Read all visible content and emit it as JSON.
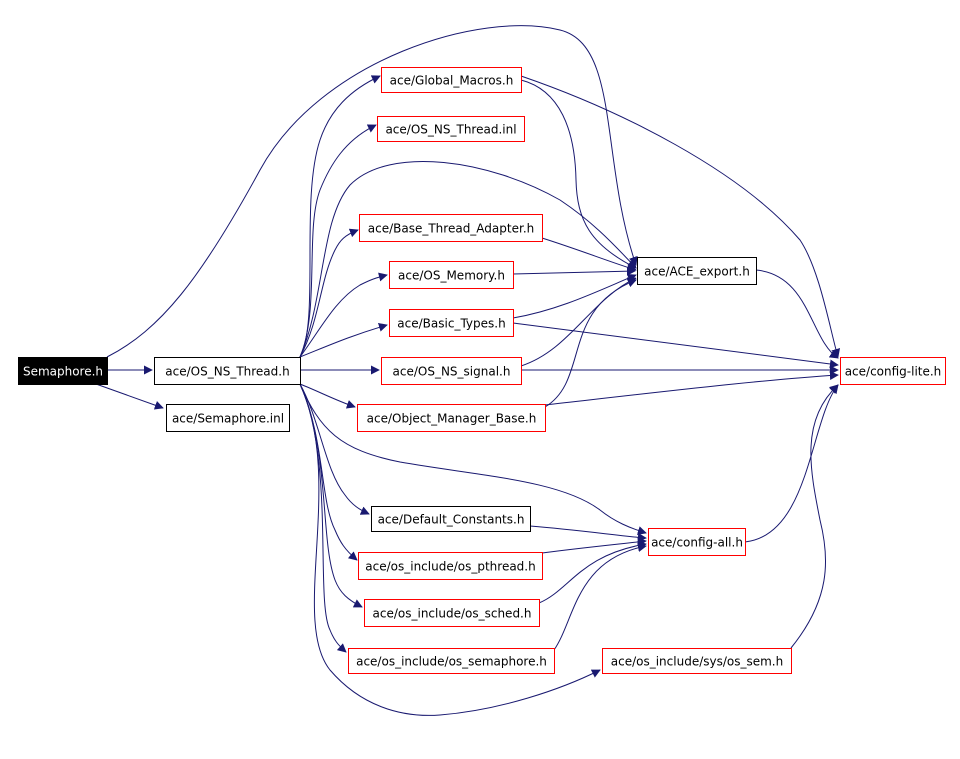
{
  "colors": {
    "edge": "#191970",
    "node_border_red": "#ff0000",
    "node_border_black": "#000000",
    "root_fill": "#000000",
    "root_text": "#ffffff",
    "node_fill": "#ffffff",
    "node_text": "#000000"
  },
  "nodes": [
    {
      "id": "semaphore_h",
      "label": "Semaphore.h",
      "style": "root"
    },
    {
      "id": "os_ns_thread_h",
      "label": "ace/OS_NS_Thread.h",
      "style": "black"
    },
    {
      "id": "semaphore_inl",
      "label": "ace/Semaphore.inl",
      "style": "black"
    },
    {
      "id": "global_macros",
      "label": "ace/Global_Macros.h",
      "style": "red"
    },
    {
      "id": "os_ns_thread_inl",
      "label": "ace/OS_NS_Thread.inl",
      "style": "red"
    },
    {
      "id": "base_thread_adapter",
      "label": "ace/Base_Thread_Adapter.h",
      "style": "red"
    },
    {
      "id": "os_memory",
      "label": "ace/OS_Memory.h",
      "style": "red"
    },
    {
      "id": "basic_types",
      "label": "ace/Basic_Types.h",
      "style": "red"
    },
    {
      "id": "os_ns_signal",
      "label": "ace/OS_NS_signal.h",
      "style": "red"
    },
    {
      "id": "object_manager_base",
      "label": "ace/Object_Manager_Base.h",
      "style": "red"
    },
    {
      "id": "default_constants",
      "label": "ace/Default_Constants.h",
      "style": "black"
    },
    {
      "id": "os_pthread",
      "label": "ace/os_include/os_pthread.h",
      "style": "red"
    },
    {
      "id": "os_sched",
      "label": "ace/os_include/os_sched.h",
      "style": "red"
    },
    {
      "id": "os_semaphore",
      "label": "ace/os_include/os_semaphore.h",
      "style": "red"
    },
    {
      "id": "ace_export",
      "label": "ace/ACE_export.h",
      "style": "black"
    },
    {
      "id": "config_all",
      "label": "ace/config-all.h",
      "style": "red"
    },
    {
      "id": "sys_os_sem",
      "label": "ace/os_include/sys/os_sem.h",
      "style": "red"
    },
    {
      "id": "config_lite",
      "label": "ace/config-lite.h",
      "style": "red"
    }
  ],
  "edges": [
    {
      "from": "semaphore_h",
      "to": "os_ns_thread_h"
    },
    {
      "from": "semaphore_h",
      "to": "semaphore_inl"
    },
    {
      "from": "semaphore_h",
      "to": "ace_export"
    },
    {
      "from": "os_ns_thread_h",
      "to": "global_macros"
    },
    {
      "from": "os_ns_thread_h",
      "to": "os_ns_thread_inl"
    },
    {
      "from": "os_ns_thread_h",
      "to": "ace_export"
    },
    {
      "from": "os_ns_thread_h",
      "to": "base_thread_adapter"
    },
    {
      "from": "os_ns_thread_h",
      "to": "os_memory"
    },
    {
      "from": "os_ns_thread_h",
      "to": "basic_types"
    },
    {
      "from": "os_ns_thread_h",
      "to": "os_ns_signal"
    },
    {
      "from": "os_ns_thread_h",
      "to": "object_manager_base"
    },
    {
      "from": "os_ns_thread_h",
      "to": "config_all"
    },
    {
      "from": "os_ns_thread_h",
      "to": "default_constants"
    },
    {
      "from": "os_ns_thread_h",
      "to": "os_pthread"
    },
    {
      "from": "os_ns_thread_h",
      "to": "os_sched"
    },
    {
      "from": "os_ns_thread_h",
      "to": "os_semaphore"
    },
    {
      "from": "os_ns_thread_h",
      "to": "sys_os_sem"
    },
    {
      "from": "global_macros",
      "to": "ace_export"
    },
    {
      "from": "global_macros",
      "to": "config_lite"
    },
    {
      "from": "base_thread_adapter",
      "to": "ace_export"
    },
    {
      "from": "os_memory",
      "to": "ace_export"
    },
    {
      "from": "basic_types",
      "to": "ace_export"
    },
    {
      "from": "basic_types",
      "to": "config_lite"
    },
    {
      "from": "os_ns_signal",
      "to": "ace_export"
    },
    {
      "from": "os_ns_signal",
      "to": "config_lite"
    },
    {
      "from": "object_manager_base",
      "to": "ace_export"
    },
    {
      "from": "object_manager_base",
      "to": "config_lite"
    },
    {
      "from": "ace_export",
      "to": "config_lite"
    },
    {
      "from": "default_constants",
      "to": "config_all"
    },
    {
      "from": "os_pthread",
      "to": "config_all"
    },
    {
      "from": "os_sched",
      "to": "config_all"
    },
    {
      "from": "os_semaphore",
      "to": "config_all"
    },
    {
      "from": "config_all",
      "to": "config_lite"
    },
    {
      "from": "sys_os_sem",
      "to": "config_lite"
    }
  ]
}
